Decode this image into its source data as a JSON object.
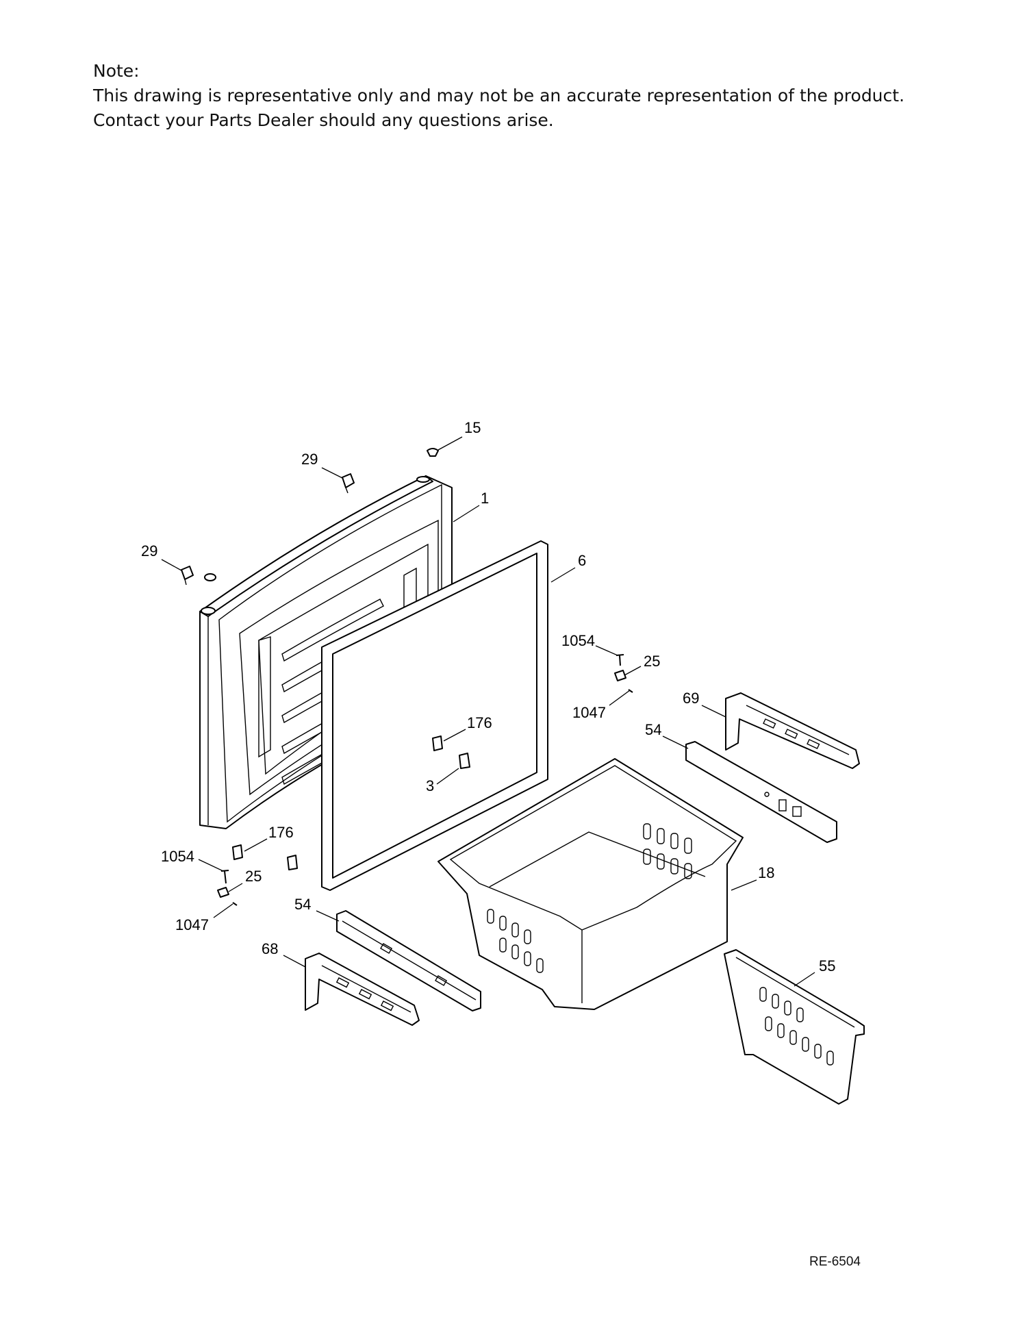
{
  "note": {
    "heading": "Note:",
    "line1": "This drawing is representative only and may not be an accurate representation of the product.",
    "line2": "Contact your Parts Dealer should any questions arise."
  },
  "reference_code": "RE-6504",
  "callouts": [
    {
      "id": "c15",
      "label": "15"
    },
    {
      "id": "c29a",
      "label": "29"
    },
    {
      "id": "c1",
      "label": "1"
    },
    {
      "id": "c29b",
      "label": "29"
    },
    {
      "id": "c6",
      "label": "6"
    },
    {
      "id": "c1054a",
      "label": "1054"
    },
    {
      "id": "c25a",
      "label": "25"
    },
    {
      "id": "c69",
      "label": "69"
    },
    {
      "id": "c1047a",
      "label": "1047"
    },
    {
      "id": "c54a",
      "label": "54"
    },
    {
      "id": "c176a",
      "label": "176"
    },
    {
      "id": "c3",
      "label": "3"
    },
    {
      "id": "c176b",
      "label": "176"
    },
    {
      "id": "c1054b",
      "label": "1054"
    },
    {
      "id": "c25b",
      "label": "25"
    },
    {
      "id": "c18",
      "label": "18"
    },
    {
      "id": "c54b",
      "label": "54"
    },
    {
      "id": "c1047b",
      "label": "1047"
    },
    {
      "id": "c68",
      "label": "68"
    },
    {
      "id": "c55",
      "label": "55"
    }
  ]
}
